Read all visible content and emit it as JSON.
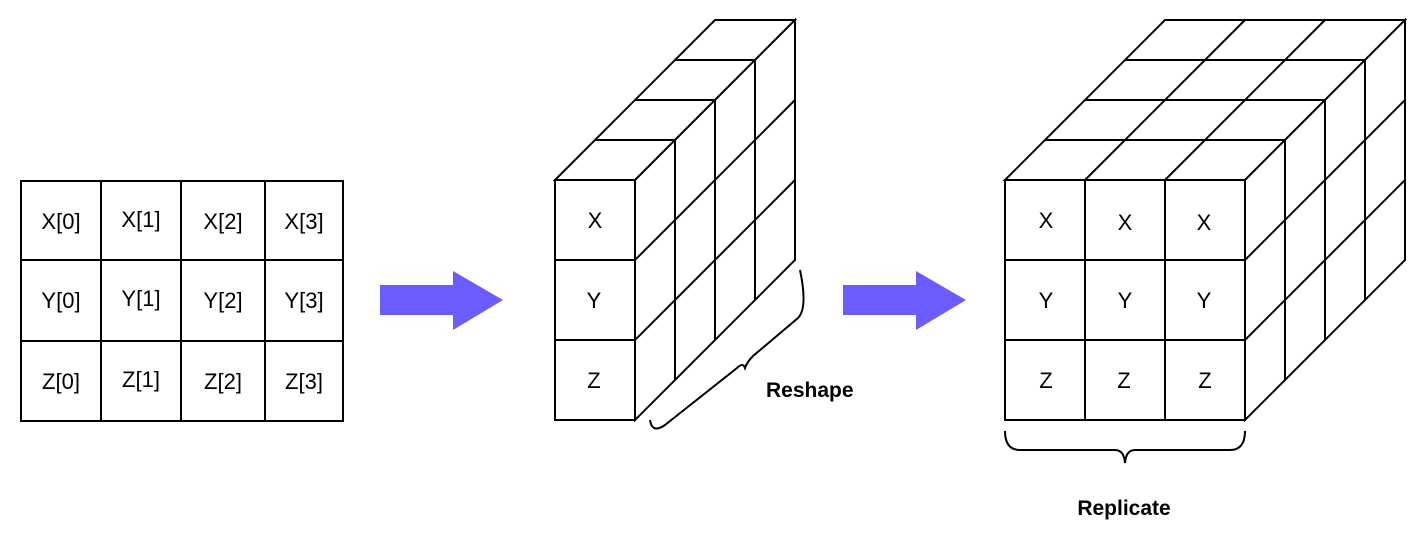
{
  "colors": {
    "arrow": "#6b5cff",
    "line": "#000000",
    "background": "#ffffff"
  },
  "grid": {
    "rows": [
      [
        "X[0]",
        "X[1]",
        "X[2]",
        "X[3]"
      ],
      [
        "Y[0]",
        "Y[1]",
        "Y[2]",
        "Y[3]"
      ],
      [
        "Z[0]",
        "Z[1]",
        "Z[2]",
        "Z[3]"
      ]
    ]
  },
  "reshape": {
    "front_cells": [
      "X",
      "Y",
      "Z"
    ],
    "label": "Reshape"
  },
  "replicate": {
    "rows": [
      [
        "X",
        "X",
        "X"
      ],
      [
        "Y",
        "Y",
        "Y"
      ],
      [
        "Z",
        "Z",
        "Z"
      ]
    ],
    "label": "Replicate"
  },
  "icons": {
    "arrow1": "right-arrow-icon",
    "arrow2": "right-arrow-icon"
  }
}
